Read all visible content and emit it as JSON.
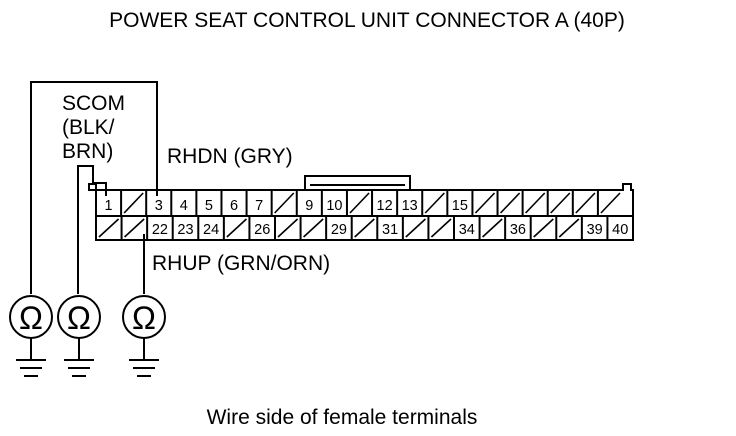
{
  "title": "POWER SEAT CONTROL UNIT CONNECTOR A (40P)",
  "caption": "Wire side of female terminals",
  "labels": {
    "scom": [
      "SCOM",
      "(BLK/",
      "BRN)"
    ],
    "rhdn": "RHDN (GRY)",
    "rhup": "RHUP (GRN/ORN)"
  },
  "meter_symbol": "Ω",
  "top_row": [
    "1",
    "",
    "3",
    "4",
    "5",
    "6",
    "7",
    "",
    "9",
    "10",
    "",
    "12",
    "13",
    "",
    "15",
    "",
    "",
    "",
    "",
    "",
    ""
  ],
  "bottom_row": [
    "",
    "",
    "22",
    "23",
    "24",
    "",
    "26",
    "",
    "",
    "29",
    "",
    "31",
    "",
    "",
    "34",
    "",
    "36",
    "",
    "",
    "39",
    "40"
  ]
}
